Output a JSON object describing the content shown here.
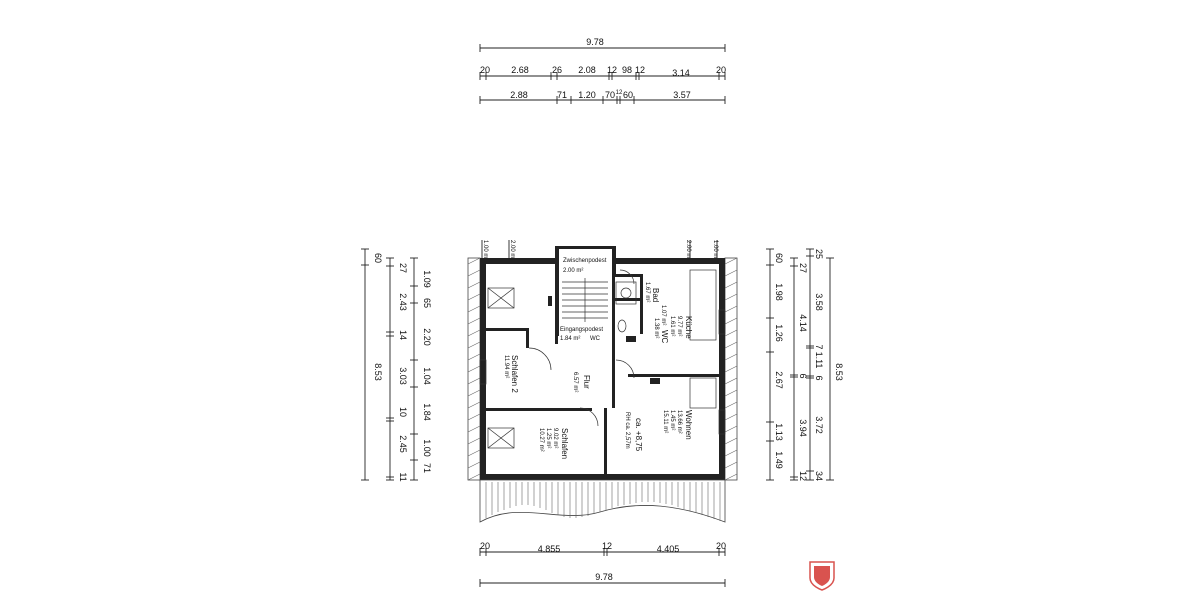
{
  "colors": {
    "wall": "#222222",
    "logo": "#d9534f"
  },
  "dimensions": {
    "top_total": "9.78",
    "top_row1": [
      "20",
      "2.68",
      "26",
      "2.08",
      "12",
      "98",
      "12",
      "3.14",
      "20"
    ],
    "top_row2": [
      "2.88",
      "71",
      "1.20",
      "70",
      "12",
      "60",
      "3.57"
    ],
    "bottom_row": [
      "20",
      "4.855",
      "12",
      "4.405",
      "20"
    ],
    "bottom_total": "9.78",
    "left_outer": [
      "60",
      "8.53"
    ],
    "left_mid": [
      "27",
      "2.43",
      "14",
      "3.03",
      "10",
      "2.45",
      "11"
    ],
    "left_inner": [
      "1.09",
      "65",
      "2.20",
      "1.04",
      "1.84",
      "1.00",
      "71"
    ],
    "right_inner": [
      "60",
      "1.98",
      "1.26",
      "2.67",
      "1.13",
      "1.49"
    ],
    "right_mid": [
      "27",
      "4.14",
      "6",
      "3.94",
      "12"
    ],
    "right_mid2": [
      "25",
      "3.58",
      "7",
      "1.11",
      "6",
      "3.72",
      "34"
    ],
    "right_outer": "8.53",
    "kniestock_left": [
      "1.00 m",
      "2.00 m"
    ],
    "kniestock_right": [
      "2.00 m",
      "1.00 m"
    ]
  },
  "rooms": {
    "zwischenpodest": {
      "name": "Zwischenpodest",
      "area": "2.00 m²"
    },
    "eingangspodest": {
      "name": "Eingangspodest",
      "area": "1.84 m²"
    },
    "schlafen2": {
      "name": "Schlafen 2",
      "area": "11.94 m²"
    },
    "flur": {
      "name": "Flur",
      "area": "6.57 m²"
    },
    "schlafen": {
      "name": "Schlafen",
      "area1": "9.02 m²",
      "area2": "1.25 m²",
      "area3": "10.27 m²"
    },
    "bad": {
      "name": "Bad",
      "area": "1.67 m²"
    },
    "wc": {
      "name": "WC",
      "area1": "1.38 m²",
      "area2": "1.07 m²"
    },
    "kueche": {
      "name": "Küche",
      "area1": "9.77 m²",
      "area2": "1.61 m²"
    },
    "wohnen": {
      "name": "Wohnen",
      "area1": "13.66 m²",
      "area2": "1.45 m²",
      "area3": "15.11 m²",
      "note1": "ca. +8,75",
      "note2": "RH ca. 2,57m"
    },
    "wc_small": "WC"
  }
}
